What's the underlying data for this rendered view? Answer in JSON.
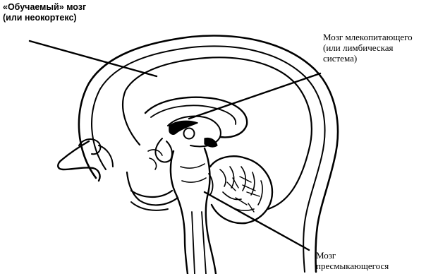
{
  "labels": {
    "neocortex": {
      "line1": "«Обучаемый» мозг",
      "line2": "(или неокортекс)"
    },
    "limbic": {
      "line1": "Мозг млекопитающего",
      "line2": "(или лимбическая",
      "line3": "система)"
    },
    "reptilian": {
      "line1": "Мозг",
      "line2": "пресмыкающегося"
    }
  },
  "colors": {
    "ink": "#000000",
    "background": "#ffffff"
  }
}
